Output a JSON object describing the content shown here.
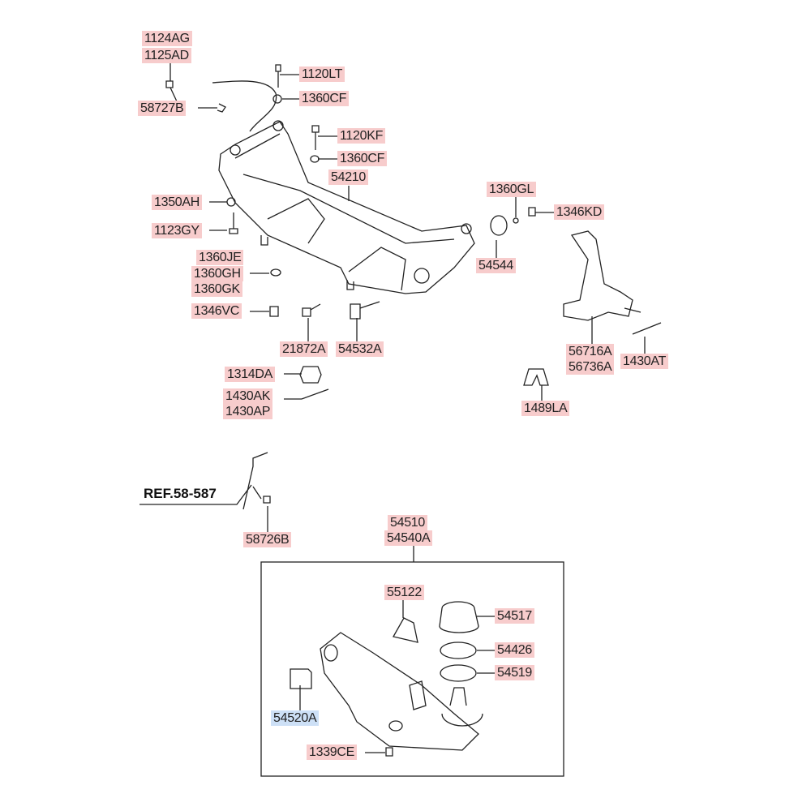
{
  "diagram": {
    "labels": {
      "l1124AG": "1124AG",
      "l1125AD": "1125AD",
      "l58727B": "58727B",
      "l1120LT": "1120LT",
      "l1360CF_a": "1360CF",
      "l1120KF": "1120KF",
      "l1360CF_b": "1360CF",
      "l54210": "54210",
      "l1360GL": "1360GL",
      "l1346KD": "1346KD",
      "l1350AH": "1350AH",
      "l1123GY": "1123GY",
      "l54544": "54544",
      "l1360JE": "1360JE",
      "l1360GH": "1360GH",
      "l1360GK": "1360GK",
      "l1346VC": "1346VC",
      "l21872A": "21872A",
      "l54532A": "54532A",
      "l56716A": "56716A",
      "l56736A": "56736A",
      "l1430AT": "1430AT",
      "l1314DA": "1314DA",
      "l1430AK": "1430AK",
      "l1430AP": "1430AP",
      "l1489LA": "1489LA",
      "l58726B": "58726B",
      "l54510": "54510",
      "l54540A": "54540A",
      "l55122": "55122",
      "l54517": "54517",
      "l54426": "54426",
      "l54519": "54519",
      "l54520A": "54520A",
      "l1339CE": "1339CE"
    },
    "reference": "REF.58-587",
    "colors": {
      "label_bg": "#f7cccc",
      "highlight_bg": "#cde0f6"
    }
  }
}
